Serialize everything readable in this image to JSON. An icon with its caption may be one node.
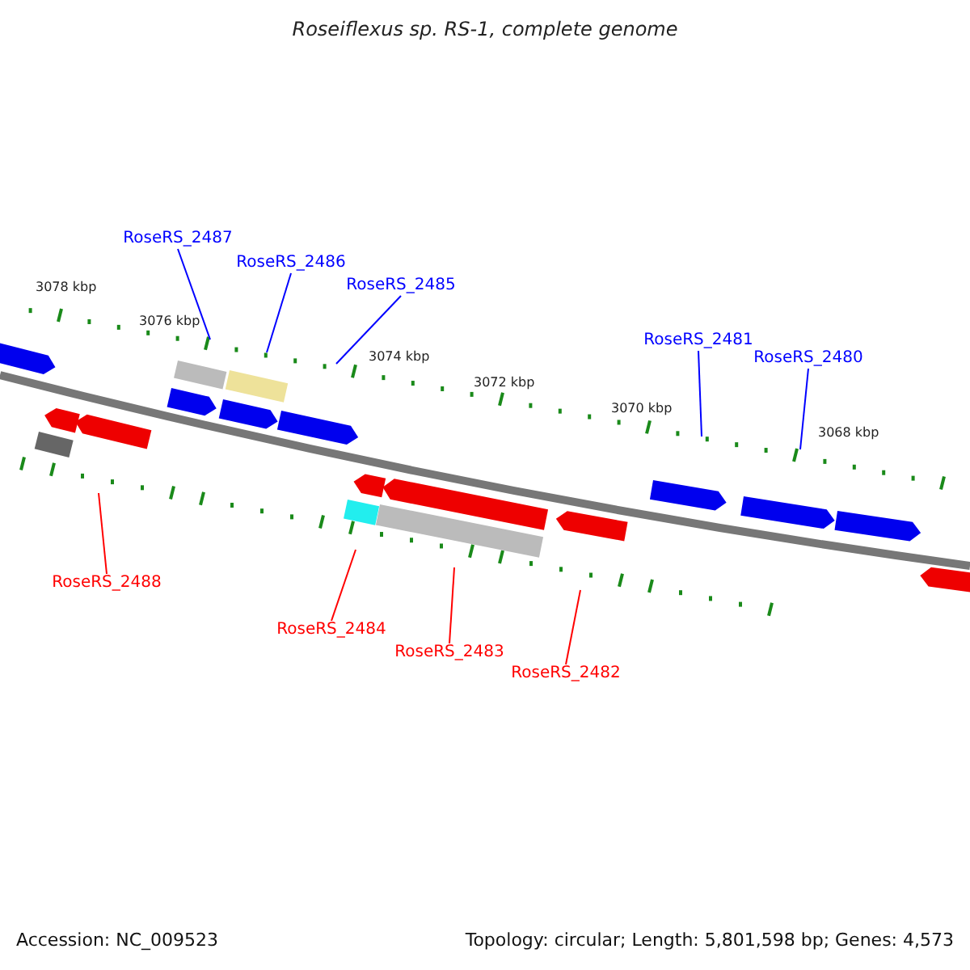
{
  "diagram": {
    "title": "Roseiflexus sp. RS-1, complete genome",
    "nodes": [
      {
        "text": [
          "RoseRS_2487"
        ]
      },
      {
        "text": [
          "RoseRS_2486"
        ]
      },
      {
        "text": [
          "RoseRS_2485"
        ]
      },
      {
        "text": [
          "RoseRS_2481"
        ]
      },
      {
        "text": [
          "RoseRS_2480"
        ]
      },
      {
        "text": [
          "RoseRS_2488"
        ]
      },
      {
        "text": [
          "RoseRS_2484"
        ]
      },
      {
        "text": [
          "RoseRS_2483"
        ]
      },
      {
        "text": [
          "RoseRS_2482"
        ]
      }
    ],
    "edges": [
      {
        "from": 0,
        "to": null,
        "arrow": "none",
        "color": "#0000ff"
      },
      {
        "from": 1,
        "to": null,
        "arrow": "none",
        "color": "#0000ff"
      },
      {
        "from": 2,
        "to": null,
        "arrow": "none",
        "color": "#0000ff"
      },
      {
        "from": 3,
        "to": null,
        "arrow": "none",
        "color": "#0000ff"
      },
      {
        "from": 4,
        "to": null,
        "arrow": "none",
        "color": "#0000ff"
      },
      {
        "from": 5,
        "to": null,
        "arrow": "none",
        "color": "#ff0000"
      },
      {
        "from": 6,
        "to": null,
        "arrow": "none",
        "color": "#ff0000"
      },
      {
        "from": 7,
        "to": null,
        "arrow": "none",
        "color": "#ff0000"
      },
      {
        "from": 8,
        "to": null,
        "arrow": "none",
        "color": "#ff0000"
      }
    ],
    "labels": [
      "3078 kbp",
      "3076 kbp",
      "3074 kbp",
      "3072 kbp",
      "3070 kbp",
      "3068 kbp",
      "Accession: NC_009523",
      "Topology: circular; Length: 5,801,598 bp; Genes: 4,573"
    ]
  }
}
